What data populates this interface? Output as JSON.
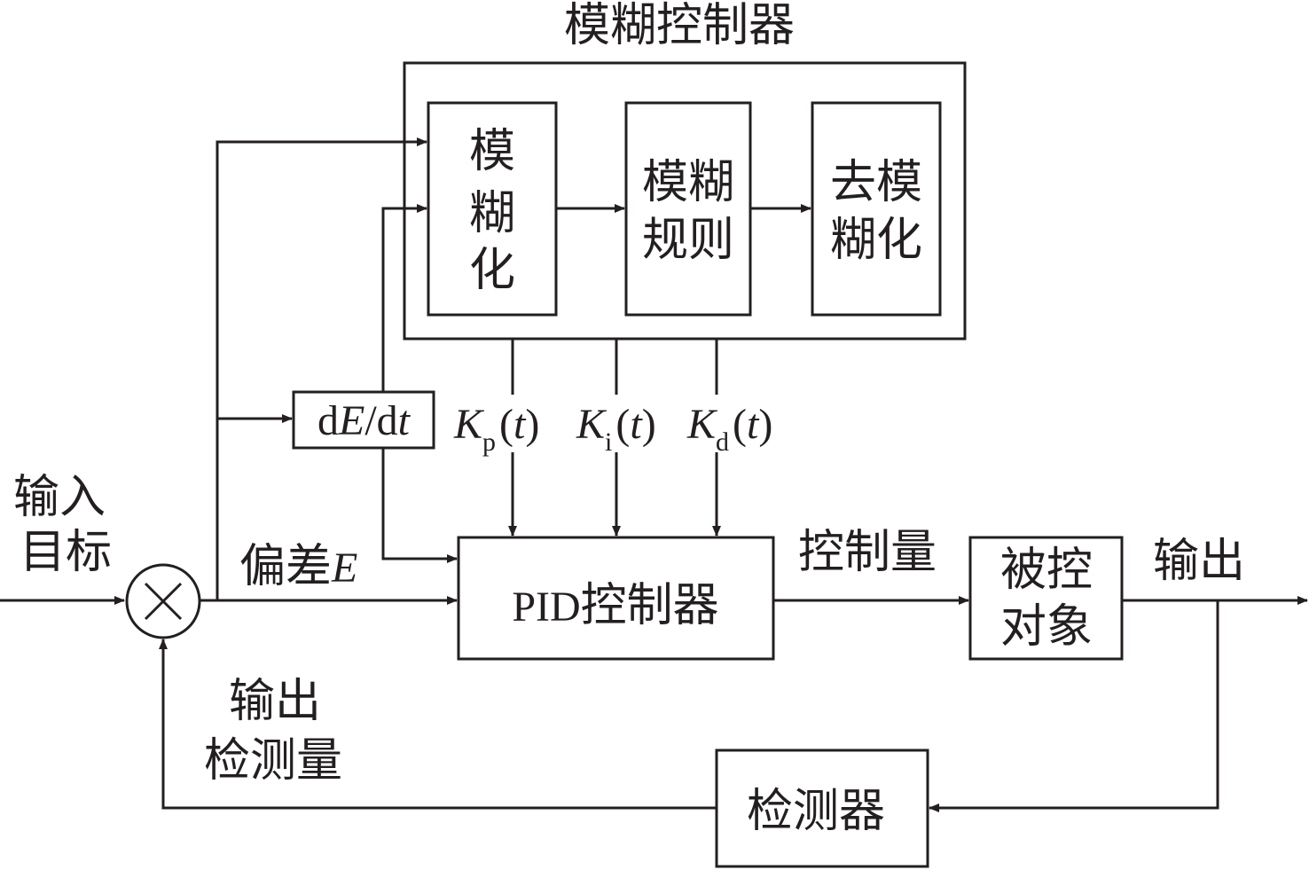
{
  "diagram": {
    "title": "模糊控制器",
    "fuzzy_blocks": [
      {
        "id": "fuzzify",
        "lines": [
          "模",
          "糊",
          "化"
        ]
      },
      {
        "id": "fuzzy-rules",
        "lines": [
          "模糊",
          "规则"
        ]
      },
      {
        "id": "defuzzify",
        "lines": [
          "去模",
          "糊化"
        ]
      }
    ],
    "derivative_block": {
      "pre": "d",
      "var": "E",
      "mid": "/d",
      "t": "t"
    },
    "gains": [
      {
        "id": "kp",
        "K": "K",
        "sub": "p",
        "paren_open": "(",
        "t": "t",
        "paren_close": ")"
      },
      {
        "id": "ki",
        "K": "K",
        "sub": "i",
        "paren_open": "(",
        "t": "t",
        "paren_close": ")"
      },
      {
        "id": "kd",
        "K": "K",
        "sub": "d",
        "paren_open": "(",
        "t": "t",
        "paren_close": ")"
      }
    ],
    "pid_block": {
      "prefix": "PID",
      "label": "控制器"
    },
    "plant_block": {
      "lines": [
        "被控",
        "对象"
      ]
    },
    "detector_block": {
      "label": "检测器"
    },
    "summing_junction": {
      "symbol": "×"
    },
    "labels": {
      "input_target": [
        "输入",
        "目标"
      ],
      "error": {
        "text": "偏差",
        "var": "E"
      },
      "control_signal": "控制量",
      "output": "输出",
      "measured_output": [
        "输出",
        "检测量"
      ]
    },
    "colors": {
      "stroke": "#231f20",
      "background": "#ffffff"
    }
  }
}
